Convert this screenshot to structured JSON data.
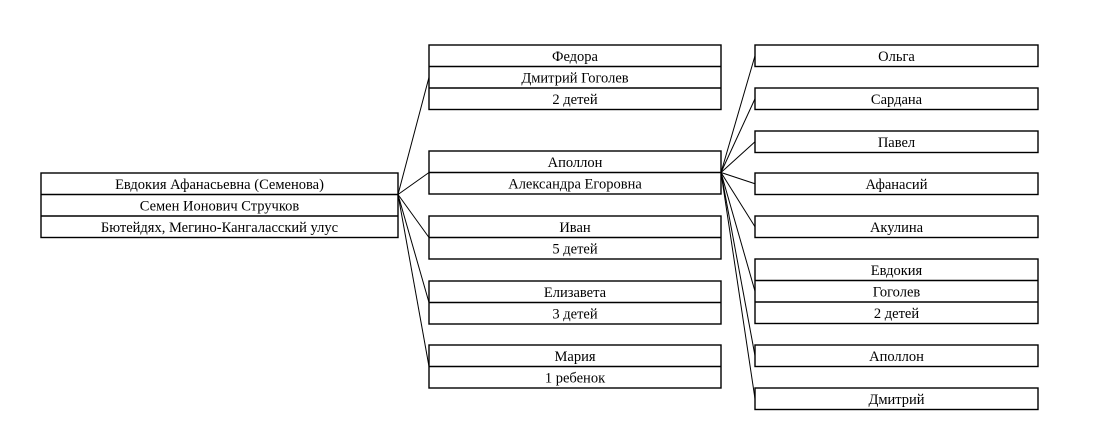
{
  "root": {
    "lines": [
      "Евдокия Афанасьевна (Семенова)",
      "Семен Ионович Стручков",
      "Бютейдях, Мегино-Кангаласский улус"
    ]
  },
  "children": [
    {
      "lines": [
        "Федора",
        "Дмитрий Гоголев",
        "2 детей"
      ]
    },
    {
      "lines": [
        "Аполлон",
        "Александра Егоровна"
      ],
      "children": [
        {
          "lines": [
            "Ольга"
          ]
        },
        {
          "lines": [
            "Сардана"
          ]
        },
        {
          "lines": [
            "Павел"
          ]
        },
        {
          "lines": [
            "Афанасий"
          ]
        },
        {
          "lines": [
            "Акулина"
          ]
        },
        {
          "lines": [
            "Евдокия",
            "Гоголев",
            "2 детей"
          ]
        },
        {
          "lines": [
            "Аполлон"
          ]
        },
        {
          "lines": [
            "Дмитрий"
          ]
        }
      ]
    },
    {
      "lines": [
        "Иван",
        "5 детей"
      ]
    },
    {
      "lines": [
        "Елизавета",
        "3 детей"
      ]
    },
    {
      "lines": [
        "Мария",
        "1 ребенок"
      ]
    }
  ]
}
